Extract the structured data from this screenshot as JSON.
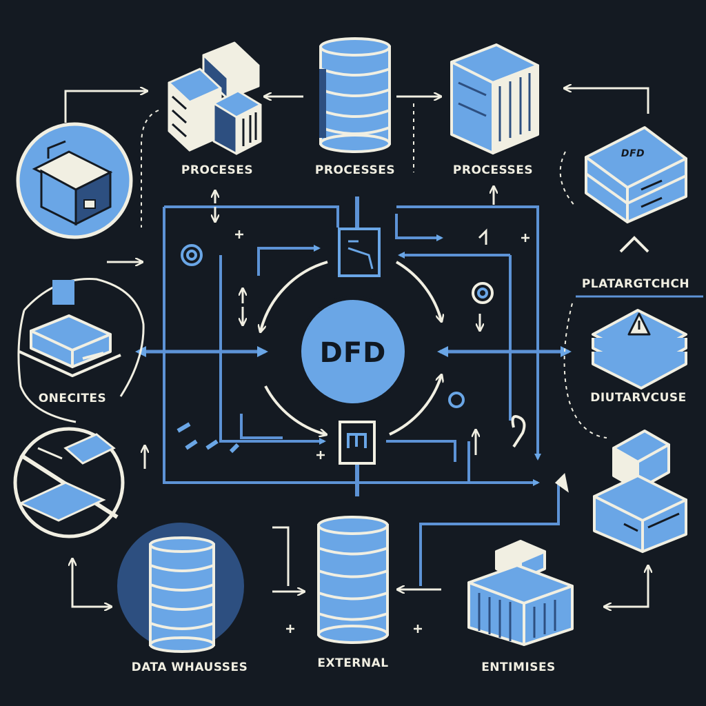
{
  "diagram": {
    "center_label": "DFD",
    "process_labels": [
      "PROCESES",
      "PROCESSES",
      "PROCESSES"
    ],
    "side_labels": {
      "left": "ONECITES",
      "right_top": "PLATARGTCHCH",
      "right_mid": "DIUTARVCUSE"
    },
    "bottom_labels": [
      "DATA WHAUSSES",
      "EXTERNAL",
      "ENTIMISES"
    ],
    "box_icon_text": "DFD",
    "colors": {
      "background": "#141a22",
      "accent_blue": "#6aa6e6",
      "line_blue": "#5d93d6",
      "ink": "#f1efe2",
      "dark_blue": "#2d4f80"
    }
  }
}
